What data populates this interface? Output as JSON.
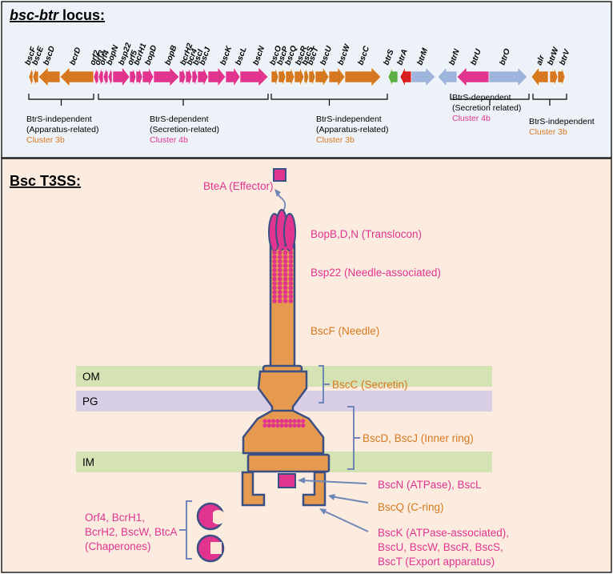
{
  "locus_title": "bsc-btr",
  "locus_title_suffix": " locus:",
  "t3ss_title": "Bsc T3SS:",
  "colors": {
    "orange": "#d6781f",
    "magenta": "#e0348f",
    "green": "#5daf45",
    "red": "#d81e1e",
    "blue": "#9db4dd",
    "top_panel_bg": "#edf2f9",
    "bottom_panel_bg": "#fcece0",
    "om_band": "#d4e2b4",
    "pg_band": "#d8cfe6",
    "im_band": "#d4e2b4",
    "struct_fill": "#e69a4f",
    "struct_stroke": "#3a4f84"
  },
  "genes": [
    {
      "name": "bscF",
      "color": "orange",
      "dir": "left"
    },
    {
      "name": "bscE",
      "color": "orange",
      "dir": "left"
    },
    {
      "name": "bscD",
      "color": "orange",
      "dir": "left"
    },
    {
      "name": "bcrD",
      "color": "orange",
      "dir": "left"
    },
    {
      "name": "orf2",
      "color": "magenta",
      "dir": "left"
    },
    {
      "name": "orf3",
      "color": "magenta",
      "dir": "left"
    },
    {
      "name": "orf4",
      "color": "magenta",
      "dir": "left"
    },
    {
      "name": "bopN",
      "color": "magenta",
      "dir": "left"
    },
    {
      "name": "bsp22",
      "color": "magenta",
      "dir": "right"
    },
    {
      "name": "orf5",
      "color": "magenta",
      "dir": "right"
    },
    {
      "name": "bcrH1",
      "color": "magenta",
      "dir": "right"
    },
    {
      "name": "bopD",
      "color": "magenta",
      "dir": "right"
    },
    {
      "name": "bopB",
      "color": "magenta",
      "dir": "right"
    },
    {
      "name": "bcrH2",
      "color": "magenta",
      "dir": "right"
    },
    {
      "name": "bcr4",
      "color": "magenta",
      "dir": "right"
    },
    {
      "name": "bscI",
      "color": "magenta",
      "dir": "right"
    },
    {
      "name": "bscJ",
      "color": "magenta",
      "dir": "right"
    },
    {
      "name": "bscK",
      "color": "magenta",
      "dir": "right"
    },
    {
      "name": "bscL",
      "color": "magenta",
      "dir": "right"
    },
    {
      "name": "bscN",
      "color": "magenta",
      "dir": "right"
    },
    {
      "name": "bscO",
      "color": "orange",
      "dir": "right"
    },
    {
      "name": "bscP",
      "color": "orange",
      "dir": "right"
    },
    {
      "name": "bscQ",
      "color": "orange",
      "dir": "right"
    },
    {
      "name": "bscR",
      "color": "orange",
      "dir": "right"
    },
    {
      "name": "bscS",
      "color": "orange",
      "dir": "right"
    },
    {
      "name": "bscT",
      "color": "orange",
      "dir": "right"
    },
    {
      "name": "bscU",
      "color": "orange",
      "dir": "right"
    },
    {
      "name": "bscW",
      "color": "orange",
      "dir": "right"
    },
    {
      "name": "bscC",
      "color": "orange",
      "dir": "right"
    },
    {
      "name": "btrS",
      "color": "green",
      "dir": "left"
    },
    {
      "name": "btrA",
      "color": "red",
      "dir": "left"
    },
    {
      "name": "btrM",
      "color": "blue",
      "dir": "right"
    },
    {
      "name": "btrN",
      "color": "blue",
      "dir": "left"
    },
    {
      "name": "btrU",
      "color": "magenta",
      "dir": "left"
    },
    {
      "name": "btrO",
      "color": "blue",
      "dir": "right"
    },
    {
      "name": "alr",
      "color": "orange",
      "dir": "left"
    },
    {
      "name": "btrW",
      "color": "orange",
      "dir": "right"
    },
    {
      "name": "btrV",
      "color": "orange",
      "dir": "right"
    }
  ],
  "groups": [
    {
      "line1": "BtrS-independent",
      "line2": "(Apparatus-related)",
      "cluster": "Cluster 3b",
      "cluster_color": "orange"
    },
    {
      "line1": "BtrS-dependent",
      "line2": "(Secretion-related)",
      "cluster": "Cluster 4b",
      "cluster_color": "magenta"
    },
    {
      "line1": "BtrS-independent",
      "line2": "(Apparatus-related)",
      "cluster": "Cluster 3b",
      "cluster_color": "orange"
    },
    {
      "line1": "BtrS-dependent",
      "line2": "(Secretion related)",
      "cluster": "Cluster 4b",
      "cluster_color": "magenta"
    },
    {
      "line1": "BtrS-independent",
      "line2": "",
      "cluster": "Cluster 3b",
      "cluster_color": "orange"
    }
  ],
  "membranes": {
    "om": "OM",
    "pg": "PG",
    "im": "IM"
  },
  "components": {
    "btea": "BteA (Effector)",
    "translocon": "BopB,D,N (Translocon)",
    "needle_assoc": "Bsp22 (Needle-associated)",
    "needle": "BscF (Needle)",
    "secretin": "BscC (Secretin)",
    "inner_ring": "BscD, BscJ (Inner ring)",
    "atpase": "BscN (ATPase), BscL",
    "cring": "BscQ (C-ring)",
    "export_1": "BscK (ATPase-associated),",
    "export_2": "BscU, BscW, BscR, BscS,",
    "export_3": "BscT (Export apparatus)",
    "chap_1": "Orf4, BcrH1,",
    "chap_2": "BcrH2, BscW, BtcA",
    "chap_3": "(Chaperones)"
  }
}
